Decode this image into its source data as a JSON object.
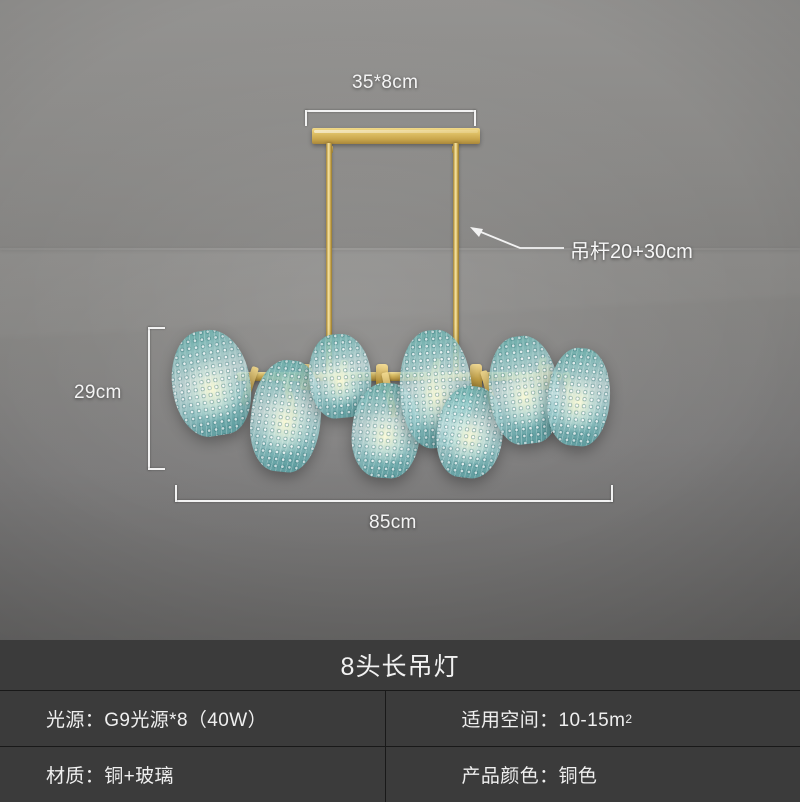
{
  "product_photo": {
    "alt_name": "8-head long pendant chandelier with textured teal glass shades and brass frame",
    "annotations": {
      "canopy_size": "35*8cm",
      "rod_note": "吊杆20+30cm",
      "height": "29cm",
      "width": "85cm"
    },
    "colors": {
      "brass": "#e2c46a",
      "glass_teal": "#8cc8c6",
      "wall_gray": "#878684",
      "panel_dark": "#3b3b3b",
      "annotation_white": "#f4f4f4"
    }
  },
  "spec": {
    "title": "8头长吊灯",
    "rows": [
      {
        "left": "光源：G9光源*8（40W）",
        "right_prefix": "适用空间：10-15m",
        "right_sup": "2"
      },
      {
        "left": "材质：铜+玻璃",
        "right_prefix": "产品颜色：铜色",
        "right_sup": ""
      }
    ]
  }
}
